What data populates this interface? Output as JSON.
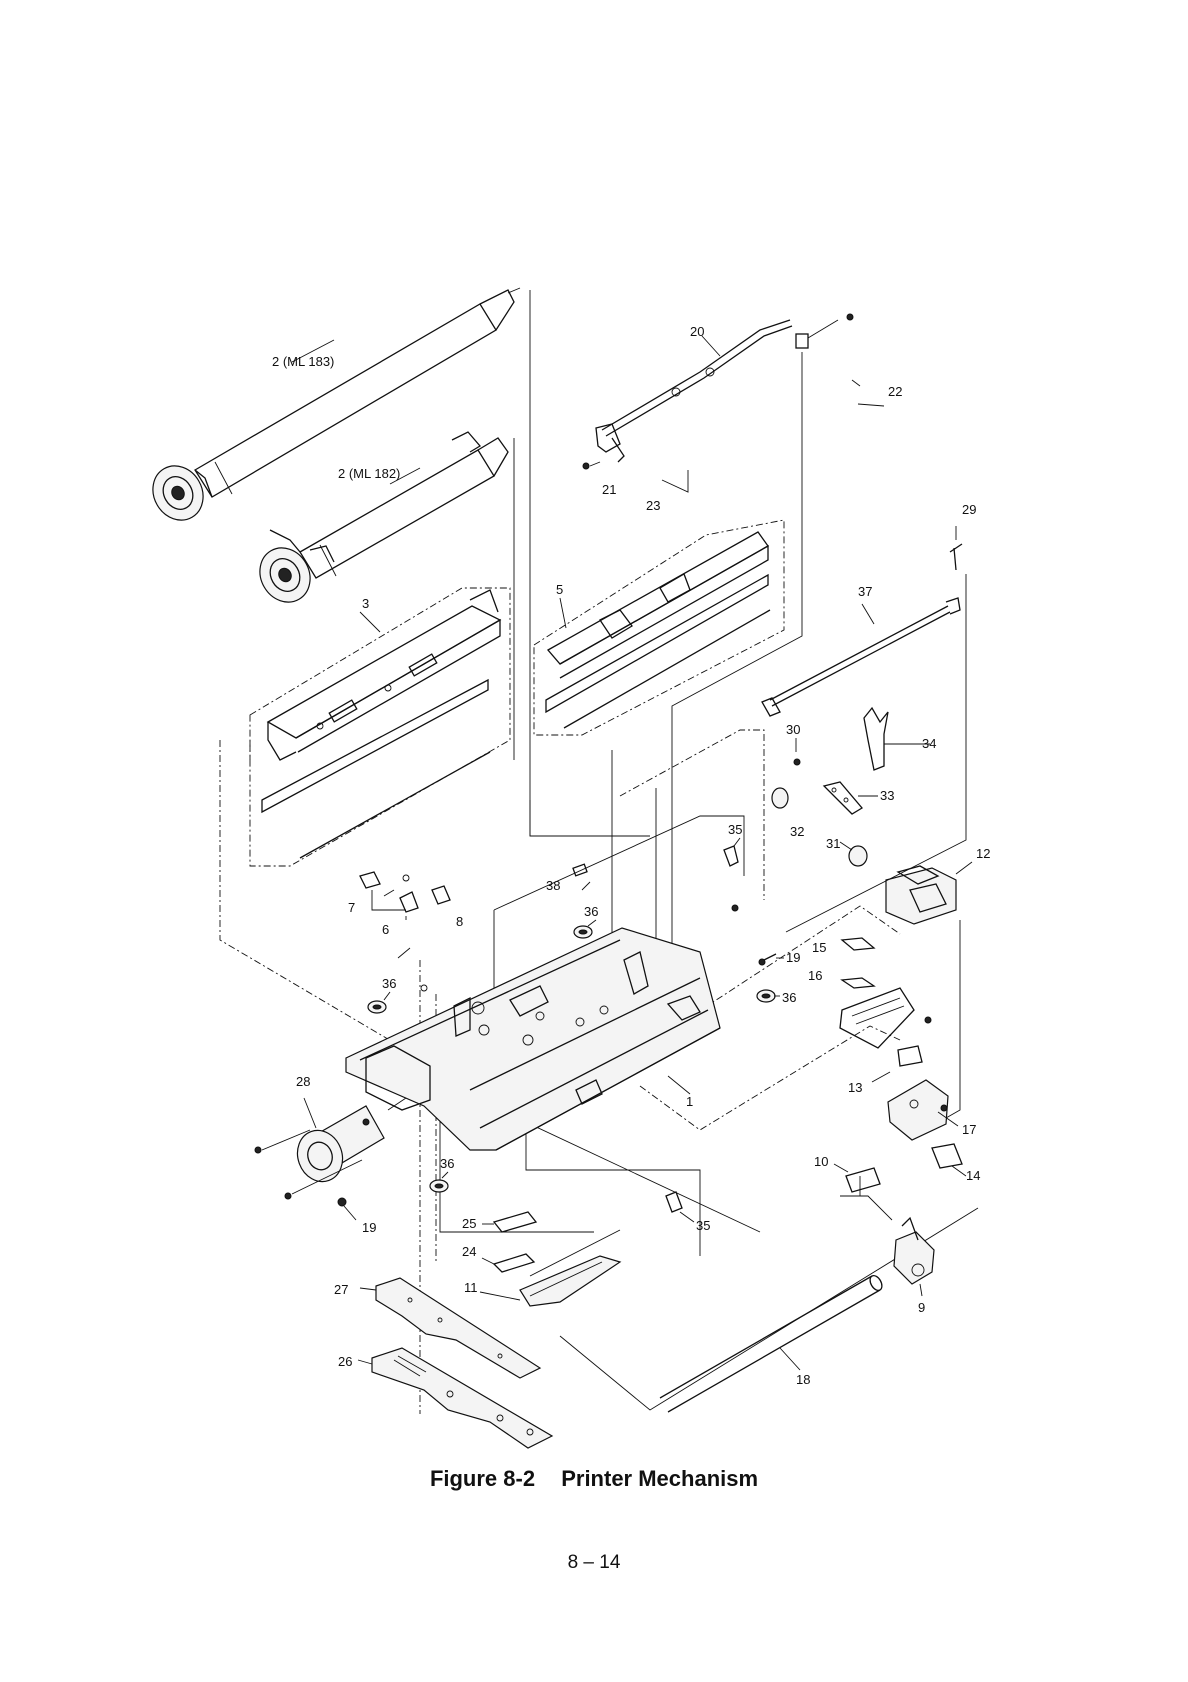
{
  "figure": {
    "number": "Figure 8-2",
    "title": "Printer Mechanism"
  },
  "page_number": "8 – 14",
  "callouts": [
    {
      "id": "c2a",
      "label": "2 (ML 183)"
    },
    {
      "id": "c2b",
      "label": "2 (ML 182)"
    },
    {
      "id": "c3",
      "label": "3"
    },
    {
      "id": "c5",
      "label": "5"
    },
    {
      "id": "c20",
      "label": "20"
    },
    {
      "id": "c21",
      "label": "21"
    },
    {
      "id": "c22",
      "label": "22"
    },
    {
      "id": "c23",
      "label": "23"
    },
    {
      "id": "c29",
      "label": "29"
    },
    {
      "id": "c37",
      "label": "37"
    },
    {
      "id": "c30",
      "label": "30"
    },
    {
      "id": "c34",
      "label": "34"
    },
    {
      "id": "c33",
      "label": "33"
    },
    {
      "id": "c32",
      "label": "32"
    },
    {
      "id": "c35a",
      "label": "35"
    },
    {
      "id": "c31",
      "label": "31"
    },
    {
      "id": "c12",
      "label": "12"
    },
    {
      "id": "c38",
      "label": "38"
    },
    {
      "id": "c36a",
      "label": "36"
    },
    {
      "id": "c7",
      "label": "7"
    },
    {
      "id": "c6",
      "label": "6"
    },
    {
      "id": "c8",
      "label": "8"
    },
    {
      "id": "c19a",
      "label": "19"
    },
    {
      "id": "c15",
      "label": "15"
    },
    {
      "id": "c16",
      "label": "16"
    },
    {
      "id": "c36b",
      "label": "36"
    },
    {
      "id": "c36c",
      "label": "36"
    },
    {
      "id": "c1",
      "label": "1"
    },
    {
      "id": "c28",
      "label": "28"
    },
    {
      "id": "c13",
      "label": "13"
    },
    {
      "id": "c17",
      "label": "17"
    },
    {
      "id": "c14",
      "label": "14"
    },
    {
      "id": "c10",
      "label": "10"
    },
    {
      "id": "c36d",
      "label": "36"
    },
    {
      "id": "c19b",
      "label": "19"
    },
    {
      "id": "c25",
      "label": "25"
    },
    {
      "id": "c35b",
      "label": "35"
    },
    {
      "id": "c24",
      "label": "24"
    },
    {
      "id": "c11",
      "label": "11"
    },
    {
      "id": "c27",
      "label": "27"
    },
    {
      "id": "c9",
      "label": "9"
    },
    {
      "id": "c26",
      "label": "26"
    },
    {
      "id": "c18",
      "label": "18"
    }
  ]
}
